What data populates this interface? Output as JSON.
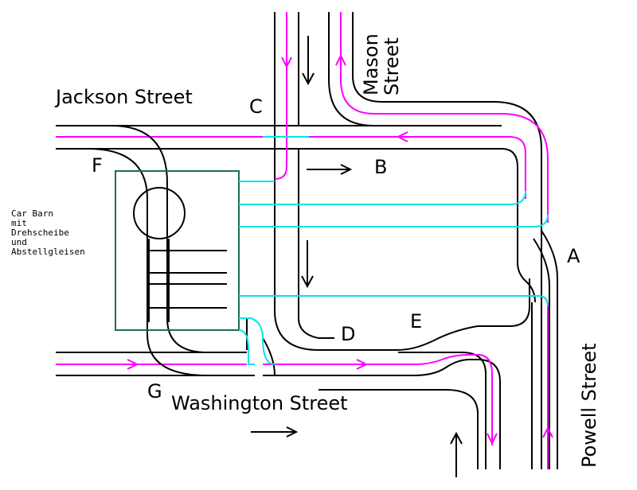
{
  "colors": {
    "rail": "#000000",
    "cable": "#ff00ff",
    "link": "#00e5e5",
    "barn": "#1f6b5a",
    "background": "#ffffff"
  },
  "streets": {
    "jackson": "Jackson Street",
    "washington": "Washington Street",
    "mason_line1": "Mason",
    "mason_line2": "Street",
    "powell": "Powell Street"
  },
  "points": {
    "a": "A",
    "b": "B",
    "c": "C",
    "d": "D",
    "e": "E",
    "f": "F",
    "g": "G"
  },
  "car_barn": {
    "line1": "Car Barn",
    "line2": "mit",
    "line3": "Drehscheibe",
    "line4": "und",
    "line5": "Abstellgleisen"
  }
}
